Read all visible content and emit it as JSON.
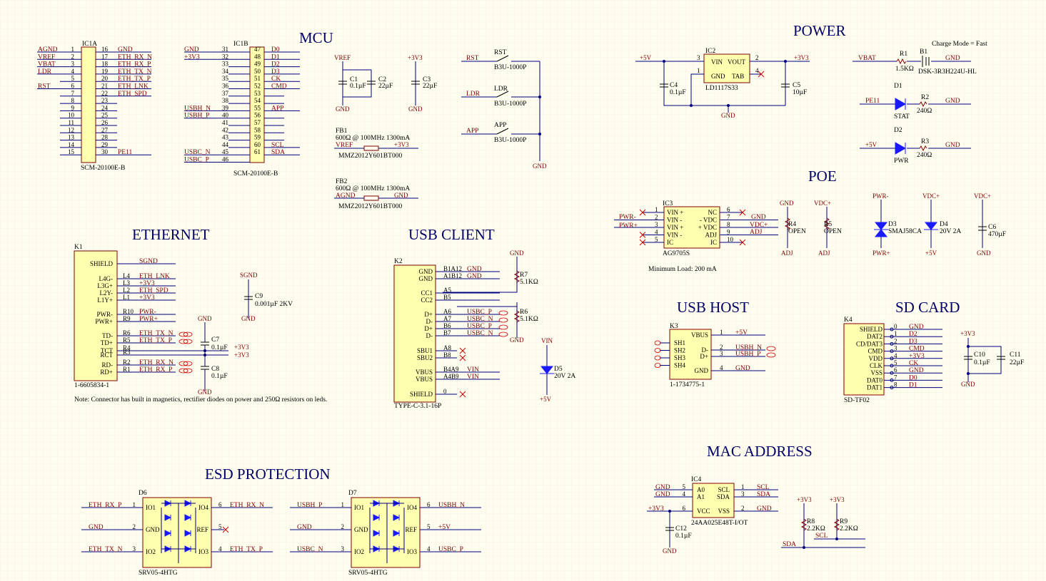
{
  "sections": {
    "mcu": "MCU",
    "power": "POWER",
    "ethernet": "ETHERNET",
    "usb_client": "USB CLIENT",
    "poe": "POE",
    "usb_host": "USB HOST",
    "sd_card": "SD CARD",
    "esd": "ESD PROTECTION",
    "mac": "MAC ADDRESS"
  },
  "ic1a": {
    "ref": "IC1A",
    "part": "SCM-20100E-B",
    "left_nets": [
      "AGND",
      "VREF",
      "VBAT",
      "LDR",
      "",
      "RST",
      "",
      "",
      "",
      "",
      "",
      "",
      "",
      "",
      ""
    ],
    "left_pins": [
      "1",
      "2",
      "3",
      "4",
      "5",
      "6",
      "7",
      "8",
      "9",
      "10",
      "11",
      "12",
      "13",
      "14",
      "15"
    ],
    "right_pins": [
      "16",
      "17",
      "18",
      "19",
      "20",
      "21",
      "22",
      "23",
      "24",
      "25",
      "26",
      "27",
      "28",
      "29",
      "30"
    ],
    "right_nets": [
      "GND",
      "ETH_RX_N",
      "ETH_RX_P",
      "ETH_TX_N",
      "ETH_TX_P",
      "ETH_LNK",
      "ETH_SPD",
      "",
      "",
      "",
      "",
      "",
      "",
      "",
      "PE11"
    ]
  },
  "ic1b": {
    "ref": "IC1B",
    "part": "SCM-20100E-B",
    "left_nets": [
      "GND",
      "+3V3",
      "",
      "",
      "",
      "",
      "",
      "",
      "USBH_N",
      "USBH_P",
      "",
      "",
      "",
      "",
      "USBC_N",
      "USBC_P"
    ],
    "left_pins": [
      "31",
      "32",
      "33",
      "34",
      "35",
      "36",
      "37",
      "38",
      "39",
      "40",
      "41",
      "42",
      "43",
      "44",
      "45",
      "46"
    ],
    "right_pins": [
      "47",
      "48",
      "49",
      "50",
      "51",
      "52",
      "53",
      "54",
      "55",
      "56",
      "57",
      "58",
      "59",
      "60",
      "61",
      ""
    ],
    "right_nets": [
      "D0",
      "D1",
      "D2",
      "D3",
      "CK",
      "CMD",
      "",
      "",
      "APP",
      "",
      "",
      "",
      "",
      "SCL",
      "SDA",
      ""
    ]
  },
  "mcu_caps": {
    "vref": "VREF",
    "c1": "C1",
    "c1v": "0.1µF",
    "c2": "C2",
    "c2v": "22µF",
    "gnd": "GND",
    "p3v3": "+3V3",
    "c3": "C3",
    "c3v": "22µF"
  },
  "ferrites": {
    "fb1": "FB1",
    "fb1_spec": "600Ω @ 100MHz 1300mA",
    "fb1_l": "VREF",
    "fb1_r": "+3V3",
    "fb1_part": "MMZ2012Y601BT000",
    "fb2": "FB2",
    "fb2_spec": "600Ω @ 100MHz 1300mA",
    "fb2_l": "AGND",
    "fb2_r": "GND",
    "fb2_part": "MMZ2012Y601BT000"
  },
  "buttons": {
    "rst": "RST",
    "ldr": "LDR",
    "app": "APP",
    "part": "B3U-1000P",
    "gnd": "GND"
  },
  "power": {
    "p5v": "+5V",
    "ic2": "IC2",
    "vin": "VIN",
    "vout": "VOUT",
    "gnd_pin": "GND",
    "tab": "TAB",
    "part": "LD1117S33",
    "p3v3": "+3V3",
    "c4": "C4",
    "c4v": "0.1µF",
    "c5": "C5",
    "c5v": "10µF",
    "gnd": "GND",
    "pin3": "3",
    "pin2": "2",
    "pin1": "1",
    "pin4": "4"
  },
  "battery": {
    "vbat": "VBAT",
    "r1": "R1",
    "r1v": "1.5KΩ",
    "b1": "B1",
    "b1p": "DSK-3R3H224U-HL",
    "note": "Charge Mode = Fast",
    "gnd": "GND"
  },
  "leds": {
    "pe11": "PE11",
    "d1": "D1",
    "stat": "STAT",
    "r2": "R2",
    "r2v": "240Ω",
    "gnd1": "GND",
    "p5v": "+5V",
    "d2": "D2",
    "pwr": "PWR",
    "r3": "R3",
    "r3v": "240Ω",
    "gnd2": "GND"
  },
  "poe": {
    "ic3": "IC3",
    "part": "AG9705S",
    "note": "Minimum Load: 200 mA",
    "pins_l": [
      "VIN +",
      "VIN -",
      "VIN +",
      "VIN -",
      "IC"
    ],
    "nums_l": [
      "1",
      "2",
      "3",
      "4",
      "5"
    ],
    "pins_r": [
      "NC",
      "- VDC",
      "+ VDC",
      "ADJ",
      "IC"
    ],
    "nums_r": [
      "6",
      "7",
      "8",
      "9",
      "10"
    ],
    "pwrm": "PWR-",
    "pwrp": "PWR+",
    "gnd": "GND",
    "vdcp": "VDC+",
    "adj": "ADJ",
    "r4": "R4",
    "r4v": "OPEN",
    "r5": "R5",
    "r5v": "OPEN",
    "r4t": "GND",
    "r4b": "ADJ",
    "r5t": "VDC+",
    "r5b": "ADJ",
    "d3": "D3",
    "d3p": "SMAJ58CA",
    "d3t": "PWR-",
    "d3b": "PWR+",
    "d4": "D4",
    "d4v": "20V 2A",
    "d4t": "VDC+",
    "d4b": "+5V",
    "c6": "C6",
    "c6v": "470µF",
    "c6t": "VDC+",
    "c6b": "GND"
  },
  "ethernet": {
    "k1": "K1",
    "part": "1-6605834-1",
    "pins": [
      "SHIELD",
      "L4G-",
      "L3G+",
      "L2Y-",
      "L1Y+",
      "PWR-",
      "PWR+",
      "TD-",
      "TD+",
      "TCT",
      "RCT",
      "RD-",
      "RD+"
    ],
    "nums": [
      "",
      "L4",
      "L3",
      "L2",
      "L1",
      "R10",
      "R9",
      "R6",
      "R5",
      "R4",
      "R3",
      "R2",
      "R1"
    ],
    "nets": [
      "SGND",
      "ETH_LNK",
      "+3V3",
      "ETH_SPD",
      "+3V3",
      "PWR-",
      "PWR+",
      "ETH_TX_N",
      "ETH_TX_P",
      "",
      "",
      "ETH_RX_N",
      "ETH_RX_P"
    ],
    "c7": "C7",
    "c7v": "0.1µF",
    "c8": "C8",
    "c8v": "0.1µF",
    "gnd": "GND",
    "p3v3": "+3V3",
    "sgnd": "SGND",
    "c9": "C9",
    "c9v": "0.001µF 2KV",
    "note": "Note: Connector has built in magnetics,  rectifier diodes on power and 250Ω  resistors on leds."
  },
  "usbc": {
    "k2": "K2",
    "part": "TYPE-C-3.1-16P",
    "pins": [
      "GND",
      "GND",
      "CC1",
      "CC2",
      "D+",
      "D-",
      "D+",
      "D-",
      "SBU1",
      "SBU2",
      "VBUS",
      "VBUS",
      "SHIELD"
    ],
    "nums": [
      "B1A12",
      "A1B12",
      "A5",
      "B5",
      "A6",
      "A7",
      "B6",
      "B7",
      "A8",
      "B8",
      "B4A9",
      "A4B9",
      "0"
    ],
    "nets": [
      "GND",
      "GND",
      "",
      "",
      "USBC_P",
      "USBC_N",
      "USBC_P",
      "USBC_N",
      "",
      "",
      "VIN",
      "VIN",
      ""
    ],
    "r7": "R7",
    "r7v": "5.1KΩ",
    "r6": "R6",
    "r6v": "5.1KΩ",
    "gnd": "GND",
    "vin": "VIN",
    "d5": "D5",
    "d5v": "20V 2A",
    "p5v": "+5V"
  },
  "usbh": {
    "k3": "K3",
    "part": "1-1734775-1",
    "pins_l": [
      "SH1",
      "SH2",
      "SH3",
      "SH4"
    ],
    "pins_r": [
      "VBUS",
      "D-",
      "D+",
      "GND"
    ],
    "nums_r": [
      "1",
      "2",
      "3",
      "4"
    ],
    "nets": [
      "+5V",
      "USBH_N",
      "USBH_P",
      "GND"
    ]
  },
  "sd": {
    "k4": "K4",
    "part": "SD-TF02",
    "pins": [
      "SHIELD",
      "DAT2",
      "CD/DAT3",
      "CMD",
      "VDD",
      "CLK",
      "VSS",
      "DAT0",
      "DAT1"
    ],
    "nums": [
      "0",
      "1",
      "2",
      "3",
      "4",
      "5",
      "6",
      "7",
      "8"
    ],
    "nets": [
      "GND",
      "D2",
      "D3",
      "CMD",
      "+3V3",
      "CK",
      "GND",
      "D0",
      "D1"
    ],
    "p3v3": "+3V3",
    "c10": "C10",
    "c10v": "0.1µF",
    "c11": "C11",
    "c11v": "22µF",
    "gnd": "GND"
  },
  "mac": {
    "ic4": "IC4",
    "part": "24AA025E48T-I/OT",
    "pins_l": [
      "A0",
      "A1",
      "VCC"
    ],
    "nums_l": [
      "5",
      "4",
      "6"
    ],
    "nets_l": [
      "GND",
      "GND",
      "+3V3"
    ],
    "pins_r": [
      "SCL",
      "SDA",
      "VSS"
    ],
    "nums_r": [
      "1",
      "3",
      "2"
    ],
    "nets_r": [
      "SCL",
      "SDA",
      "GND"
    ],
    "c12": "C12",
    "c12v": "0.1µF",
    "gnd": "GND",
    "r8": "R8",
    "r8v": "2.2KΩ",
    "r9": "R9",
    "r9v": "2.2KΩ",
    "p3v3a": "+3V3",
    "p3v3b": "+3V3",
    "sda": "SDA",
    "scl": "SCL"
  },
  "esd": {
    "d6": "D6",
    "d7": "D7",
    "part": "SRV05-4HTG",
    "pins_l": [
      "IO1",
      "GND",
      "IO2"
    ],
    "pins_r": [
      "IO4",
      "REF",
      "IO3"
    ],
    "nums_l": [
      "1",
      "2",
      "3"
    ],
    "nums_r": [
      "6",
      "5",
      "4"
    ],
    "d6_l": [
      "ETH_RX_P",
      "GND",
      "ETH_TX_N"
    ],
    "d6_r": [
      "ETH_RX_N",
      "",
      "ETH_TX_P"
    ],
    "d7_l": [
      "USBH_P",
      "GND",
      "USBC_N"
    ],
    "d7_r": [
      "USBH_N",
      "+5V",
      "USBC_P"
    ]
  }
}
